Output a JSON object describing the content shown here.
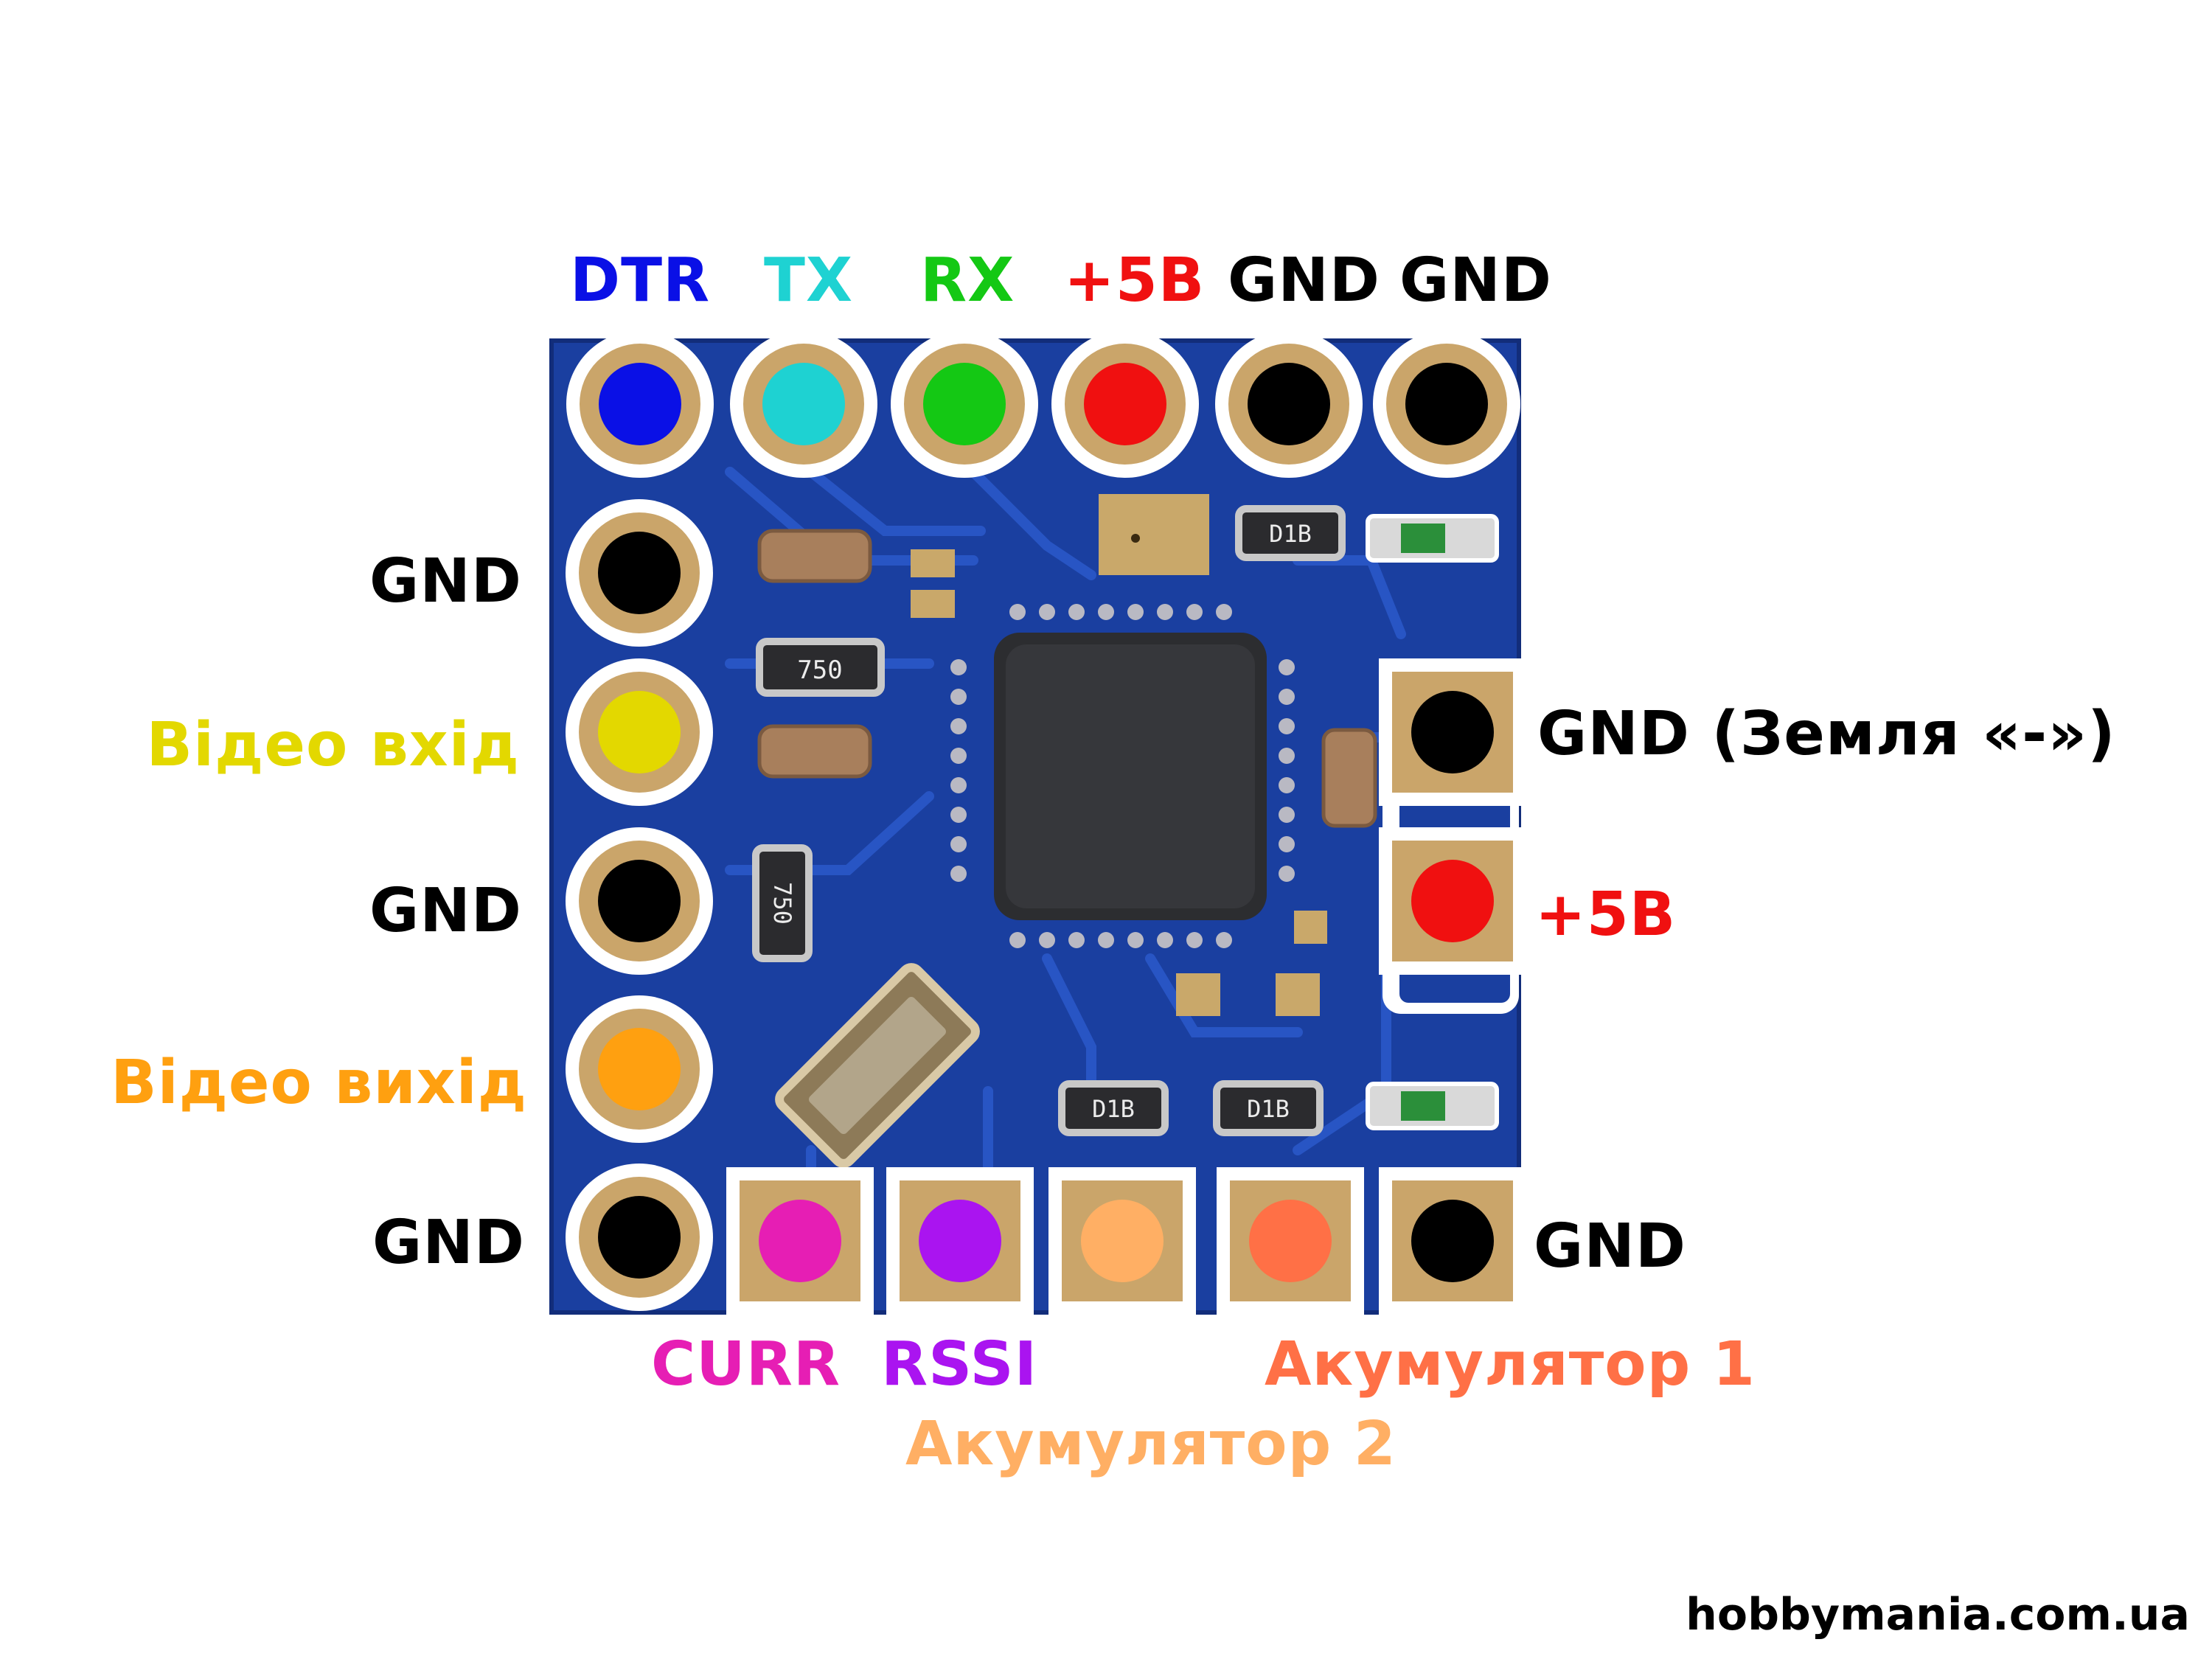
{
  "pins": {
    "top": [
      {
        "label": "DTR",
        "color": "#0a10e6"
      },
      {
        "label": "TX",
        "color": "#1ed2d2"
      },
      {
        "label": "RX",
        "color": "#14c814"
      },
      {
        "label": "+5В",
        "color": "#f01010"
      },
      {
        "label": "GND",
        "color": "#000000"
      },
      {
        "label": "GND",
        "color": "#000000"
      }
    ],
    "left": [
      {
        "label": "GND",
        "color": "#000000"
      },
      {
        "label": "Відео вхід",
        "color": "#e3d800"
      },
      {
        "label": "GND",
        "color": "#000000"
      },
      {
        "label": "Відео вихід",
        "color": "#ffa010"
      },
      {
        "label": "GND",
        "color": "#000000"
      }
    ],
    "right": [
      {
        "label": "GND (Земля «-»)",
        "color": "#000000"
      },
      {
        "label": "+5В",
        "color": "#f01010"
      },
      {
        "label": "GND",
        "color": "#000000"
      }
    ],
    "bottom": [
      {
        "label": "CURR",
        "color": "#e61eb4"
      },
      {
        "label": "RSSI",
        "color": "#aa14f0"
      },
      {
        "label": "Акумулятор 2",
        "color": "#ffaf64"
      },
      {
        "label": "Акумулятор 1",
        "color": "#ff7046"
      }
    ]
  },
  "components": {
    "resistor_top": "750",
    "resistor_left": "750",
    "diode_top": "D1B",
    "diode_bottom_left": "D1B",
    "diode_bottom_right": "D1B"
  },
  "site": "hobbymania.com.ua"
}
